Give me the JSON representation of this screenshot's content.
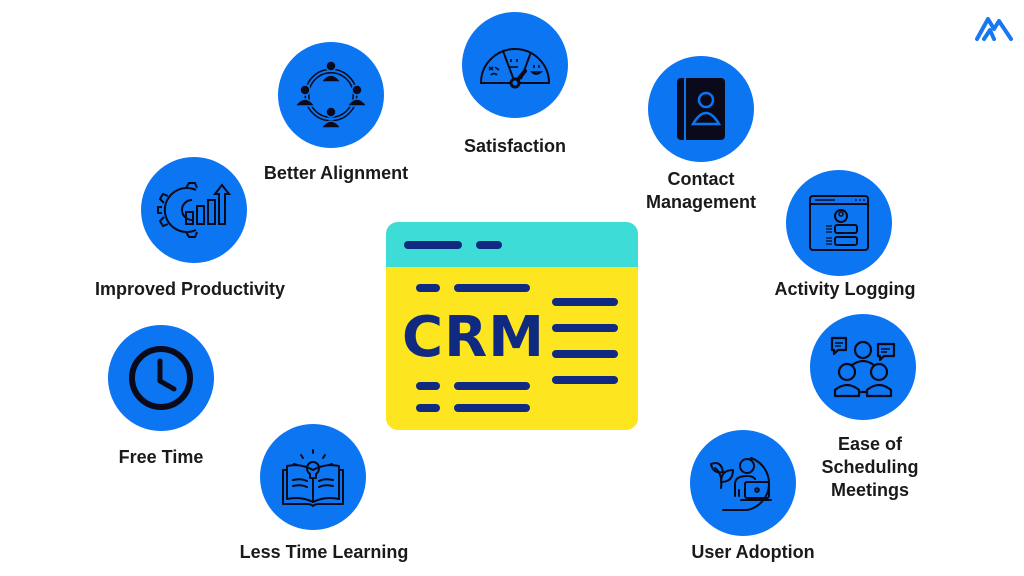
{
  "center": {
    "title": "CRM",
    "colors": {
      "card": "#fde620",
      "header": "#3ddcd6",
      "lines": "#0f2a80"
    }
  },
  "theme": {
    "circle_color": "#0c75f2",
    "icon_stroke": "#0a0a1a",
    "text_color": "#1a1a1a"
  },
  "logo": {
    "icon": "mountain-logo-icon",
    "color": "#1877f2"
  },
  "benefits": [
    {
      "label": "Satisfaction",
      "icon": "gauge-meter-icon"
    },
    {
      "label": "Better Alignment",
      "icon": "team-network-icon"
    },
    {
      "label": "Contact Management",
      "label_lines": [
        "Contact",
        "Management"
      ],
      "icon": "contact-book-icon"
    },
    {
      "label": "Improved Productivity",
      "icon": "gear-growth-chart-icon"
    },
    {
      "label": "Activity Logging",
      "icon": "browser-profile-form-icon"
    },
    {
      "label": "Free Time",
      "icon": "clock-icon"
    },
    {
      "label": "Ease of Scheduling Meetings",
      "label_lines": [
        "Ease of",
        "Scheduling",
        "Meetings"
      ],
      "icon": "meeting-chat-icon"
    },
    {
      "label": "Less Time Learning",
      "icon": "open-book-lightbulb-icon"
    },
    {
      "label": "User Adoption",
      "icon": "user-laptop-leaf-icon"
    }
  ]
}
